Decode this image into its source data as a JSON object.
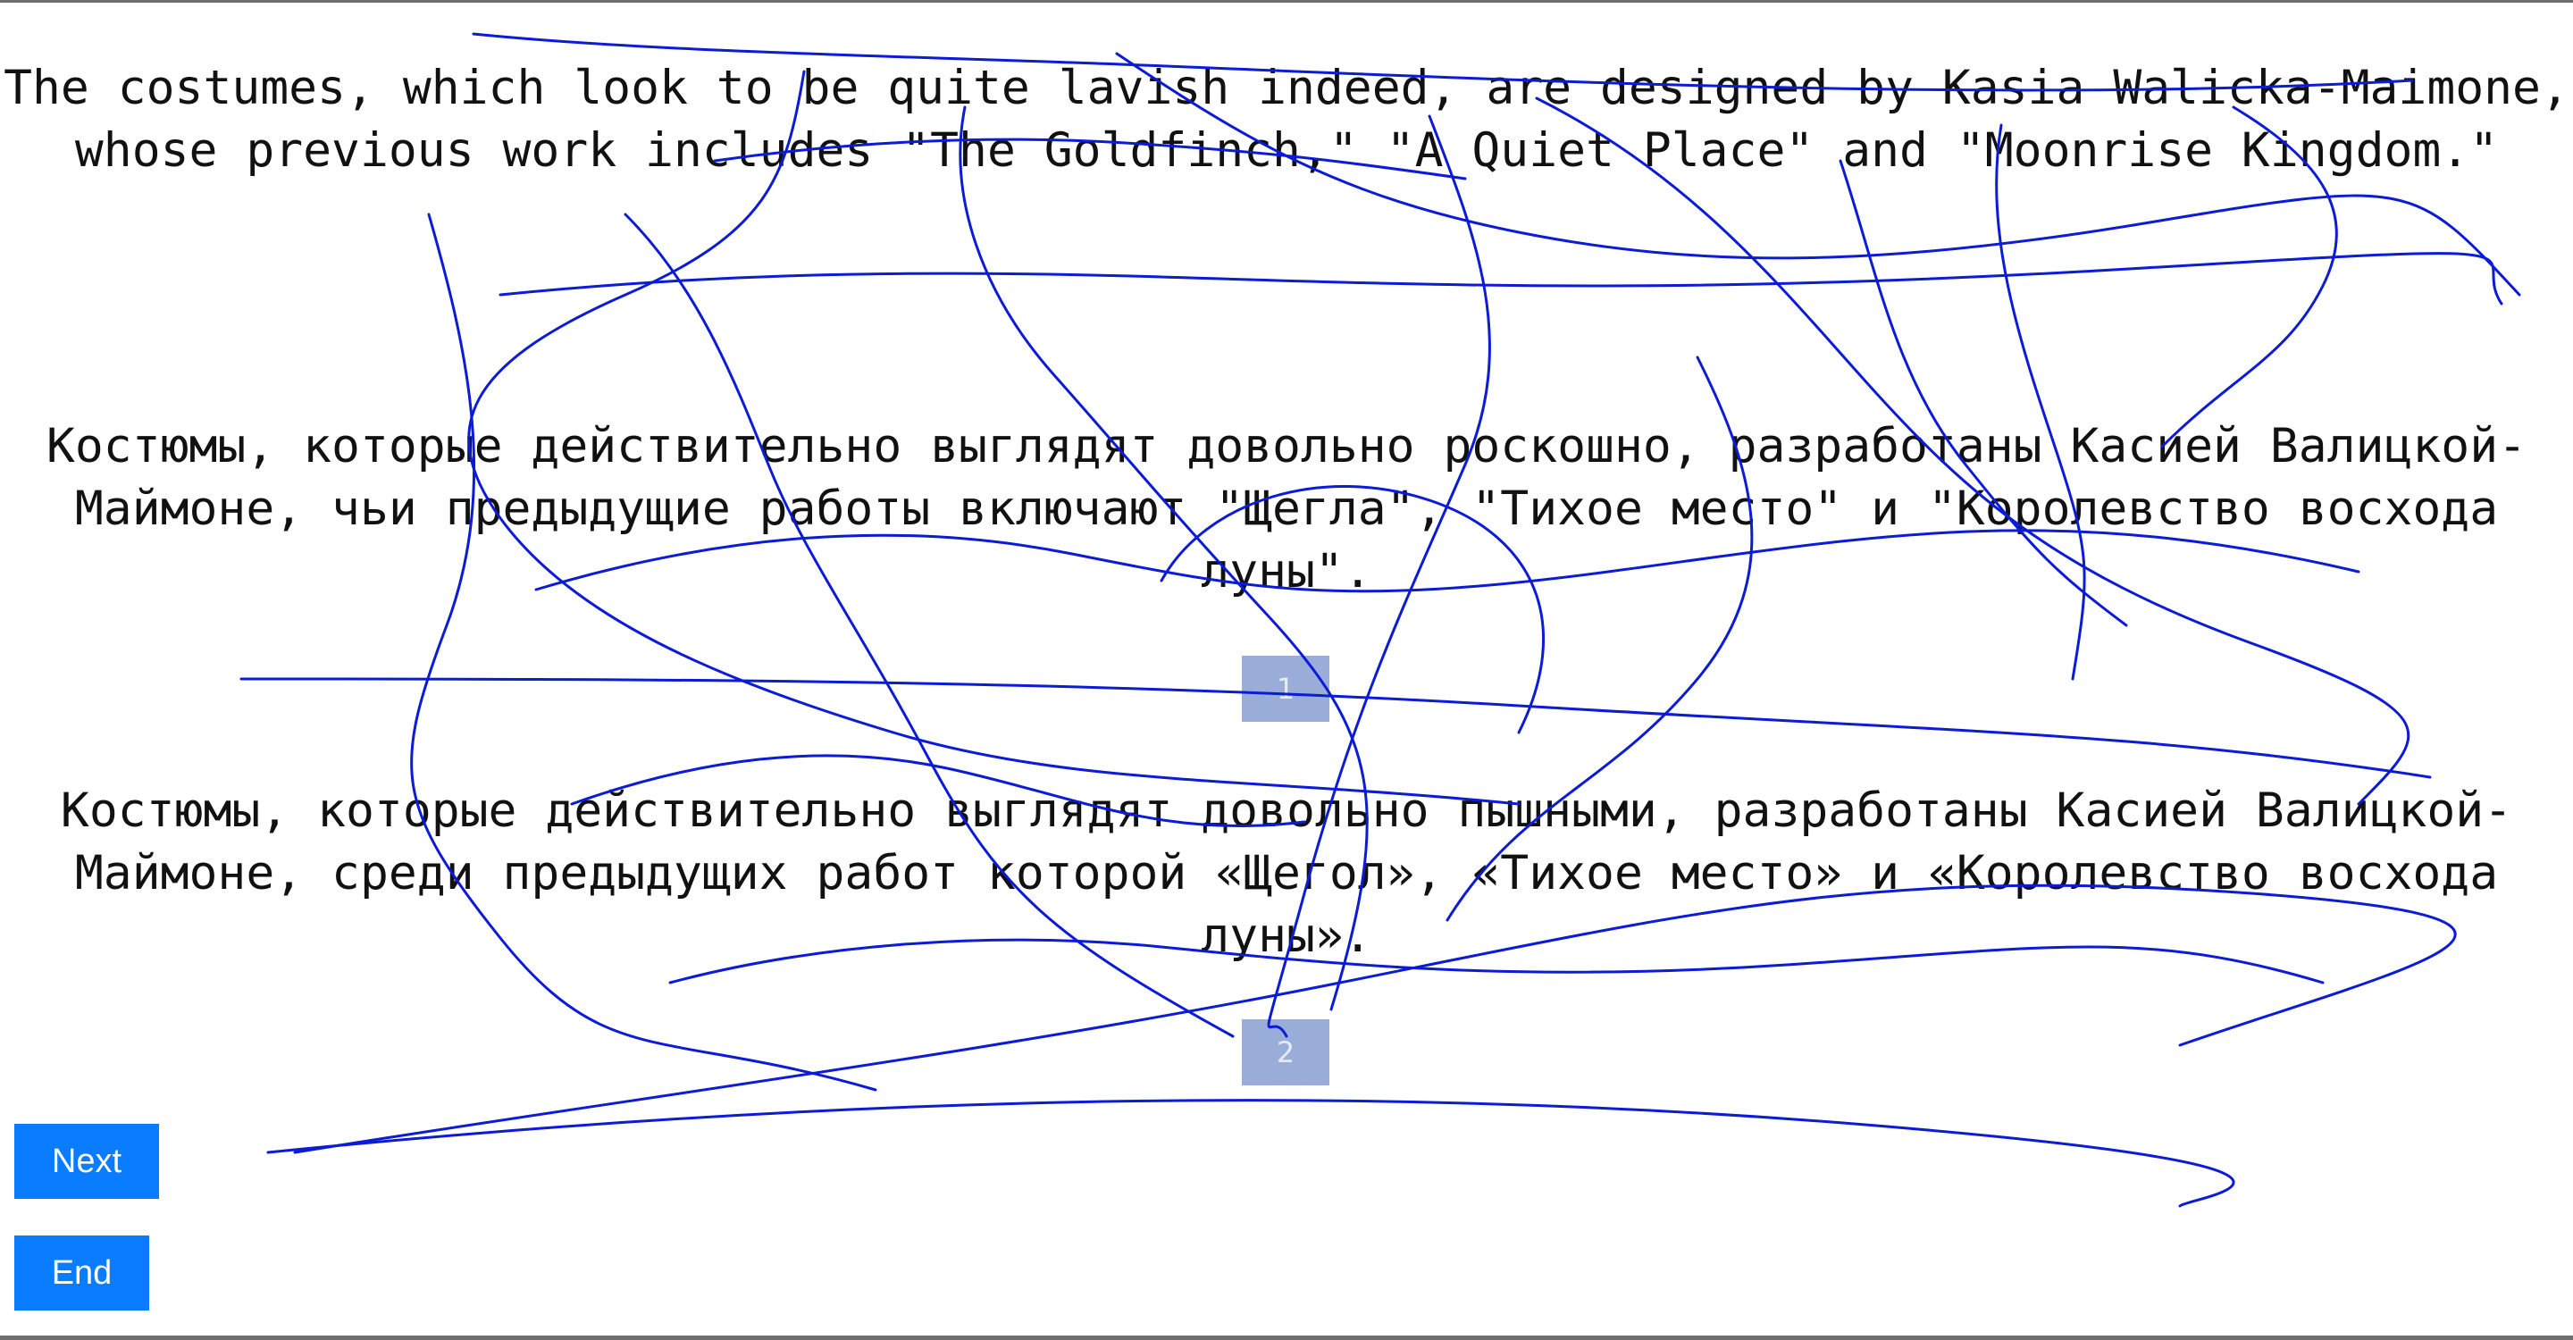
{
  "passages": {
    "source": "The costumes, which look to be quite lavish indeed, are designed by Kasia Walicka-Maimone, whose previous work includes \"The Goldfinch,\" \"A Quiet Place\" and \"Moonrise Kingdom.\"",
    "translation_1": "Костюмы, которые действительно выглядят довольно роскошно, разработаны Касией Валицкой-Маймоне, чьи предыдущие работы включают \"Щегла\", \"Тихое место\" и \"Королевство восхода луны\".",
    "translation_2": "Костюмы, которые действительно выглядят довольно пышными, разработаны Касией Валицкой-Маймоне, среди предыдущих работ которой «Щегол», «Тихое место» и «Королевство восхода луны»."
  },
  "ranks": {
    "first": "1",
    "second": "2"
  },
  "buttons": {
    "next_label": "Next",
    "end_label": "End"
  },
  "colors": {
    "button": "#0a7cff",
    "rank_badge": "#9aacd8",
    "scribble": "#0b1bd6"
  }
}
